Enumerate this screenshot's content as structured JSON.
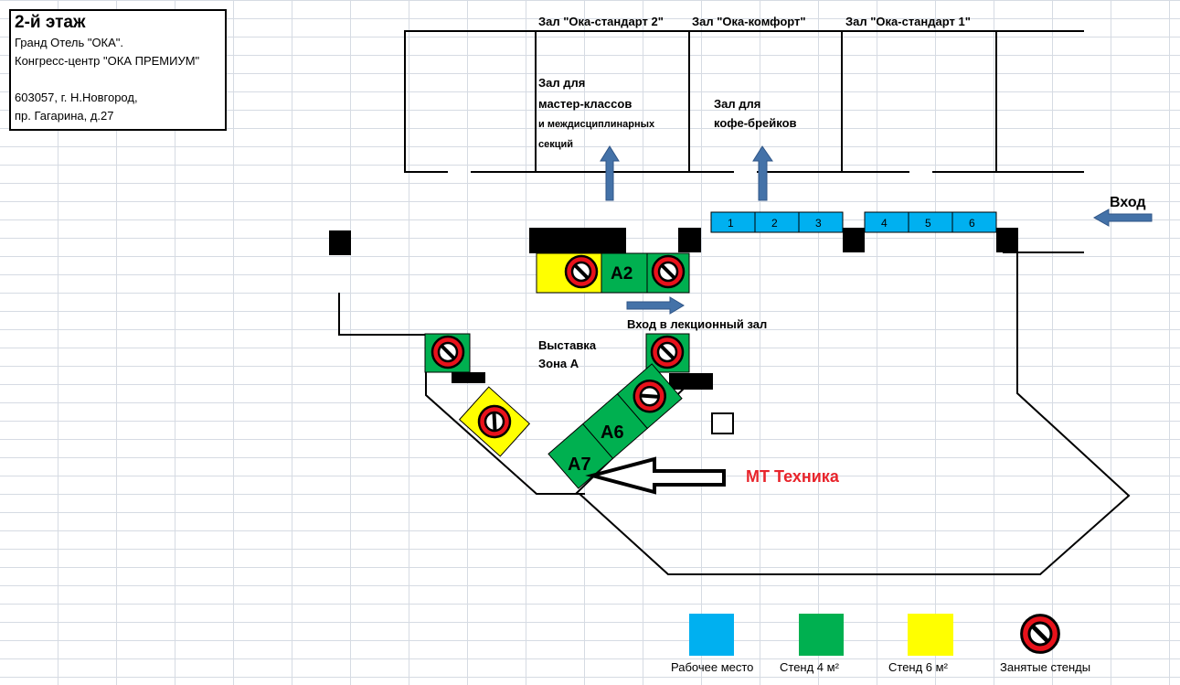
{
  "info": {
    "floor": "2-й этаж",
    "hotel": "Гранд Отель \"ОКА\".",
    "center": "Конгресс-центр \"ОКА ПРЕМИУМ\"",
    "address1": "603057, г. Н.Новгород,",
    "address2": "пр. Гагарина, д.27"
  },
  "halls": {
    "standard2": "Зал \"Ока-стандарт 2\"",
    "comfort": "Зал \"Ока-комфорт\"",
    "standard1": "Зал \"Ока-стандарт 1\""
  },
  "rooms": {
    "master_l1": "Зал для",
    "master_l2": "мастер-классов",
    "master_l3": "и междисциплинарных",
    "master_l4": "секций",
    "coffee_l1": "Зал для",
    "coffee_l2": "кофе-брейков"
  },
  "entrance": "Вход",
  "lecture_entrance": "Вход в лекционный зал",
  "zone_l1": "Выставка",
  "zone_l2": "Зона А",
  "company": "МТ Техника",
  "workplaces": [
    "1",
    "2",
    "3",
    "4",
    "5",
    "6"
  ],
  "stands": {
    "a2": "A2",
    "a6": "A6",
    "a7": "A7"
  },
  "legend": {
    "workplace": "Рабочее место",
    "stand4": "Стенд 4 м²",
    "stand6": "Стенд 6 м²",
    "occupied": "Занятые стенды"
  },
  "colors": {
    "workplace": "#00b0f0",
    "stand4": "#00b050",
    "stand6": "#ffff00",
    "occupied": "#e8121b",
    "arrow": "#4472a8",
    "highlight": "#e8252c"
  }
}
